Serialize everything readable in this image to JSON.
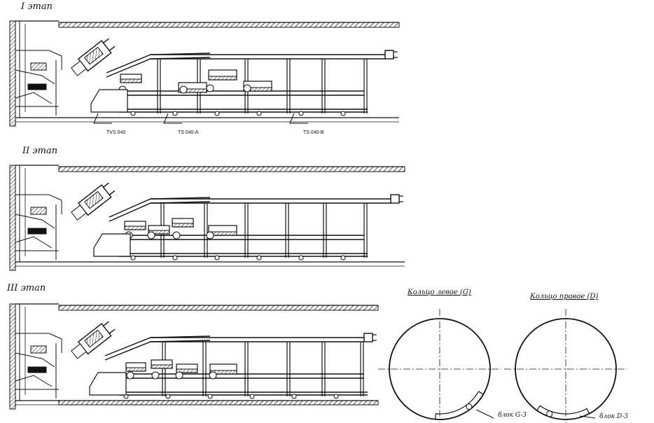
{
  "stages": [
    {
      "label": "I этап",
      "equipment": [
        "TVS 040",
        "TS 040-A",
        "TS 040-B"
      ]
    },
    {
      "label": "II этап",
      "equipment": []
    },
    {
      "label": "III этап",
      "equipment": []
    }
  ],
  "rings": [
    {
      "title": "Кольцо левое (G)",
      "block": "блок G-3"
    },
    {
      "title": "Кольцо правое (D)",
      "block": "блок D-3"
    }
  ]
}
